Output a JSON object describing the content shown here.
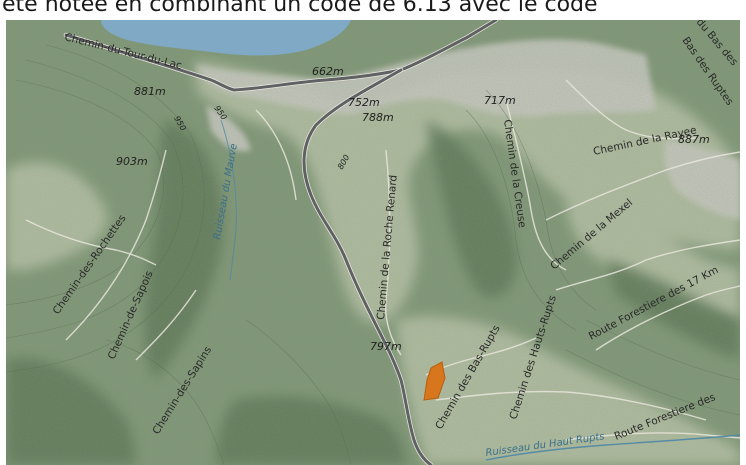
{
  "caption": "été notée en combinant un code de 6.13 avec le code",
  "map": {
    "colors": {
      "forest": "#7f9676",
      "forest_dark": "#5d7757",
      "open_land": "#b9c3a8",
      "lake": "#7fa9c4",
      "town": "#c9c9c2",
      "main_road": "#5f6163",
      "parcel": "#d8761e",
      "stream": "#4d86a6"
    },
    "road_labels": [
      "Chemin-du-Tour-du-Lac",
      "Chemin-des-Rochettes",
      "Chemin-de-Sapois",
      "Chemin-des-Sapins",
      "Ruisseau du Mauve",
      "Chemin de la Roche Renard",
      "Chemin de la Creuse",
      "Chemin de la Rayee",
      "Chemin de la Mexel",
      "Route Forestiere des 17 Km",
      "Chemin des Bas-Rupts",
      "Chemin des Hauts-Rupts",
      "Route Forestiere des",
      "Ruisseau du Haut Rupts",
      "du Bas des",
      "Bas des Ruptes"
    ],
    "altitudes": [
      "881m",
      "903m",
      "662m",
      "752m",
      "788m",
      "717m",
      "887m",
      "797m",
      "950",
      "950",
      "800"
    ],
    "icons": [
      "parcel-marker"
    ]
  }
}
